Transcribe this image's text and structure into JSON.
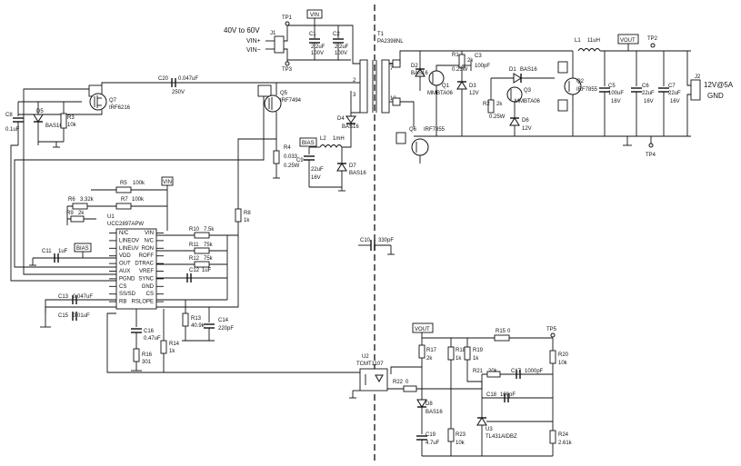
{
  "input": {
    "label": "40V to 60V",
    "pin_plus": "VIN+",
    "pin_minus": "VIN−",
    "connector": "J1"
  },
  "output": {
    "label": "12V@5A",
    "gnd": "GND",
    "connector": "J2"
  },
  "test_points": [
    "TP1",
    "TP2",
    "TP3",
    "TP4",
    "TP5"
  ],
  "nets": {
    "vin": "VIN",
    "vout": "VOUT",
    "bias": "BIAS"
  },
  "transformer": {
    "ref": "T1",
    "part": "PA2398NL"
  },
  "controller": {
    "ref": "U1",
    "part": "UCC2897APW",
    "pins_left": [
      "N/C",
      "LINEOV",
      "LINEUV",
      "VDD",
      "OUT",
      "AUX",
      "PGND",
      "CS",
      "SS/SD",
      "RB"
    ],
    "pins_right": [
      "VIN",
      "N/C",
      "RON",
      "ROFF",
      "DTRAC",
      "VREF",
      "SYNC",
      "GND",
      "CS",
      "RSLOPE"
    ]
  },
  "components": {
    "c1": {
      "ref": "C1",
      "value": "2.2uF",
      "rating": "100V"
    },
    "c2": {
      "ref": "C2",
      "value": "2.2uF",
      "rating": "100V"
    },
    "c20": {
      "ref": "C20",
      "value": "0.047uF",
      "rating": "250V"
    },
    "c8": {
      "ref": "C8",
      "value": "0.1uF"
    },
    "d5": {
      "ref": "D5",
      "part": "BAS16"
    },
    "r3": {
      "ref": "R3",
      "value": "10k"
    },
    "q7": {
      "ref": "Q7",
      "part": "IRF6216"
    },
    "q5": {
      "ref": "Q5",
      "part": "IRF7494"
    },
    "d4": {
      "ref": "D4",
      "part": "BAS16"
    },
    "r4": {
      "ref": "R4",
      "value": "0.033",
      "rating": "0.25W"
    },
    "l2": {
      "ref": "L2",
      "value": "1mH"
    },
    "c9": {
      "ref": "C9",
      "value": "22uF",
      "rating": "16V"
    },
    "d7": {
      "ref": "D7",
      "part": "BAS16"
    },
    "r5": {
      "ref": "R5",
      "value": "100k"
    },
    "r6": {
      "ref": "R6",
      "value": "3.32k"
    },
    "r7": {
      "ref": "R7",
      "value": "100k"
    },
    "r9": {
      "ref": "R9",
      "value": "2k"
    },
    "r8": {
      "ref": "R8",
      "value": "1k"
    },
    "r10": {
      "ref": "R10",
      "value": "7.5k"
    },
    "r11": {
      "ref": "R11",
      "value": "75k"
    },
    "r12": {
      "ref": "R12",
      "value": "75k"
    },
    "c11": {
      "ref": "C11",
      "value": "1uF"
    },
    "c12": {
      "ref": "C12",
      "value": "1uF"
    },
    "c13": {
      "ref": "C13",
      "value": "0.047uF"
    },
    "c15": {
      "ref": "C15",
      "value": "0.01uF"
    },
    "c16": {
      "ref": "C16",
      "value": "0.47uF"
    },
    "r16": {
      "ref": "R16",
      "value": "301"
    },
    "r14": {
      "ref": "R14",
      "value": "1k"
    },
    "r13": {
      "ref": "R13",
      "value": "40.9k"
    },
    "c14": {
      "ref": "C14",
      "value": "220pF"
    },
    "c10": {
      "ref": "C10",
      "value": "330pF"
    },
    "d2": {
      "ref": "D2",
      "part": "BAS16"
    },
    "q1": {
      "ref": "Q1",
      "part": "MMBTA06"
    },
    "r1": {
      "ref": "R1",
      "value": "2k",
      "rating": "0.25W"
    },
    "c3": {
      "ref": "C3",
      "value": "100pF"
    },
    "d3": {
      "ref": "D3",
      "rating": "12V"
    },
    "d1": {
      "ref": "D1",
      "part": "BAS16"
    },
    "r2": {
      "ref": "R2",
      "value": "2k",
      "rating": "0.25W"
    },
    "q3": {
      "ref": "Q3",
      "part": "MMBTA06"
    },
    "d6": {
      "ref": "D6",
      "rating": "12V"
    },
    "q6": {
      "ref": "Q6",
      "part": "IRF7855"
    },
    "q2": {
      "ref": "Q2",
      "part": "IRF7855"
    },
    "l1": {
      "ref": "L1",
      "value": "11uH"
    },
    "c5": {
      "ref": "C5",
      "value": "100uF",
      "rating": "16V"
    },
    "c6": {
      "ref": "C6",
      "value": "22uF",
      "rating": "16V"
    },
    "c7": {
      "ref": "C7",
      "value": "22uF",
      "rating": "16V"
    },
    "u2": {
      "ref": "U2",
      "part": "TCMT1107"
    },
    "r22": {
      "ref": "R22",
      "value": "0"
    },
    "r17": {
      "ref": "R17",
      "value": "2k"
    },
    "d8": {
      "ref": "D8",
      "part": "BAS16"
    },
    "c19": {
      "ref": "C19",
      "value": "4.7uF"
    },
    "r18": {
      "ref": "R18",
      "value": "1k"
    },
    "r19": {
      "ref": "R19",
      "value": "1k"
    },
    "r23": {
      "ref": "R23",
      "value": "10k"
    },
    "r15": {
      "ref": "R15",
      "value": "0"
    },
    "r20": {
      "ref": "R20",
      "value": "10k"
    },
    "r21": {
      "ref": "R21",
      "value": "20k"
    },
    "c17": {
      "ref": "C17",
      "value": "1000pF"
    },
    "c18": {
      "ref": "C18",
      "value": "100pF"
    },
    "u3": {
      "ref": "U3",
      "part": "TL431AIDBZ"
    },
    "r24": {
      "ref": "R24",
      "value": "2.61k"
    }
  }
}
